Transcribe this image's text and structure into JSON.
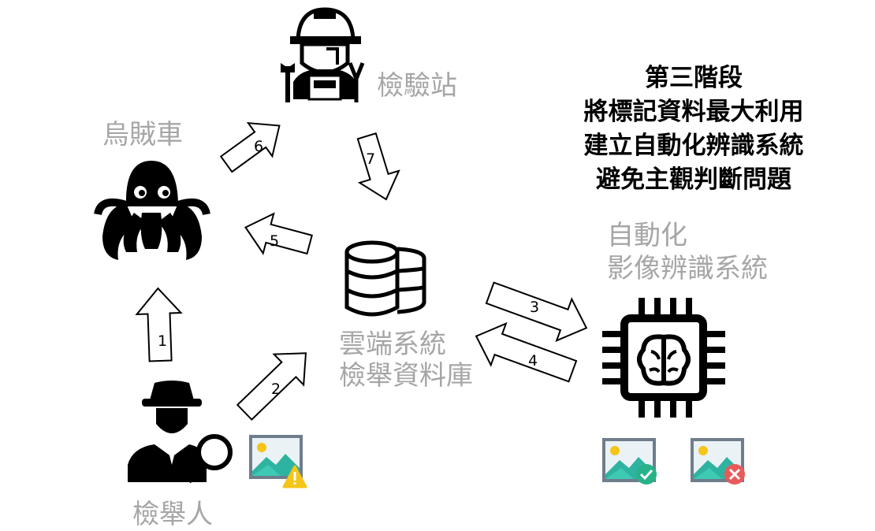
{
  "nodes": {
    "inspection_station": "檢驗站",
    "squid_car": "烏賊車",
    "cloud_system": [
      "雲端系統",
      "檢舉資料庫"
    ],
    "auto_recognition": [
      "自動化",
      "影像辨識系統"
    ],
    "reporter": "檢舉人"
  },
  "stage_title": [
    "第三階段",
    "將標記資料最大利用",
    "建立自動化辨識系統",
    "避免主觀判斷問題"
  ],
  "arrows": [
    "1",
    "2",
    "3",
    "4",
    "5",
    "6",
    "7"
  ],
  "icons": {
    "inspection_station": "mechanic-icon",
    "squid_car": "octopus-icon",
    "cloud_system": "database-icon",
    "auto_recognition": "ai-chip-icon",
    "reporter": "detective-icon",
    "report_photo": "image-warning-icon",
    "correct_result": "image-check-icon",
    "wrong_result": "image-cross-icon"
  },
  "colors": {
    "label_gray": "#a6a6a6",
    "photo_teal": "#2fb3a1",
    "warning_yellow": "#f5c518",
    "check_green": "#27b28a",
    "cross_red": "#e85a5a"
  }
}
